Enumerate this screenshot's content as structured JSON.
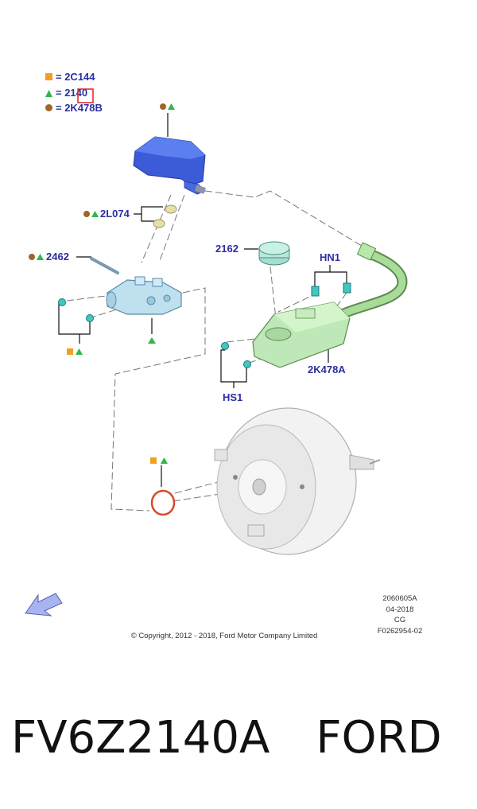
{
  "legend": {
    "items": [
      {
        "symbol": "square",
        "color": "#f0a020",
        "label": "= 2C144"
      },
      {
        "symbol": "triangle",
        "color": "#2db84a",
        "label": "= 2140"
      },
      {
        "symbol": "circle",
        "color": "#a0642a",
        "label": "= 2K478B"
      }
    ]
  },
  "callouts": {
    "c2L074": "2L074",
    "c2462": "2462",
    "c2162": "2162",
    "cHN1": "HN1",
    "c2K478A": "2K478A",
    "cHS1": "HS1"
  },
  "meta": {
    "code1": "2060605A",
    "code2": "04-2018",
    "code3": "CG",
    "code4": "F0262954-02",
    "copyright": "© Copyright, 2012 - 2018, Ford Motor Company Limited"
  },
  "caption": {
    "part_number": "FV6Z2140A",
    "brand": "FORD"
  },
  "colors": {
    "label_blue": "#2b2fa0",
    "reservoir_green": "#bfe8b8",
    "cap_blue": "#3b5bd8",
    "master_cyl": "#bfe0ef",
    "booster": "#f2f2f2",
    "seal_red": "#d84a2a"
  }
}
